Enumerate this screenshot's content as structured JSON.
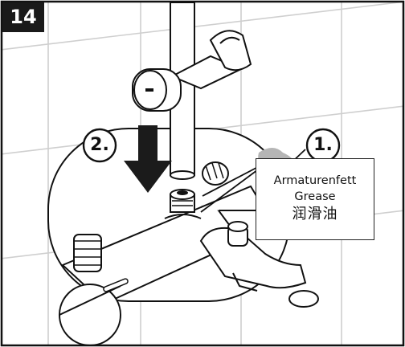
{
  "step_number": "14",
  "callouts": [
    {
      "id": "1",
      "label": "1."
    },
    {
      "id": "2",
      "label": "2."
    }
  ],
  "grease_label": {
    "line_de": "Armaturenfett",
    "line_en": "Grease",
    "line_zh": "润滑油"
  },
  "colors": {
    "tile_line": "#c9c9c9",
    "outline": "#111111",
    "grease": "#b5b5b5",
    "badge_bg": "#1a1a1a"
  }
}
